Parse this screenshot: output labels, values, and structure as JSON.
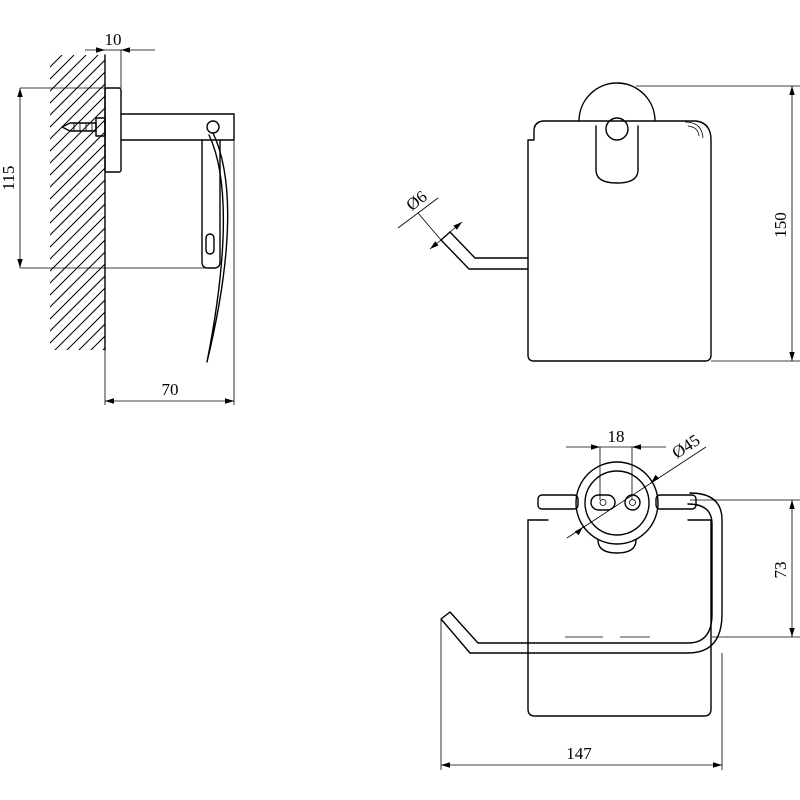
{
  "dimensions": {
    "wall_offset": "10",
    "height_side": "115",
    "depth": "70",
    "rod_diameter": "Ø6",
    "height_total": "150",
    "bolt_spacing": "18",
    "flange_diameter": "Ø45",
    "arm_height": "73",
    "width": "147"
  }
}
